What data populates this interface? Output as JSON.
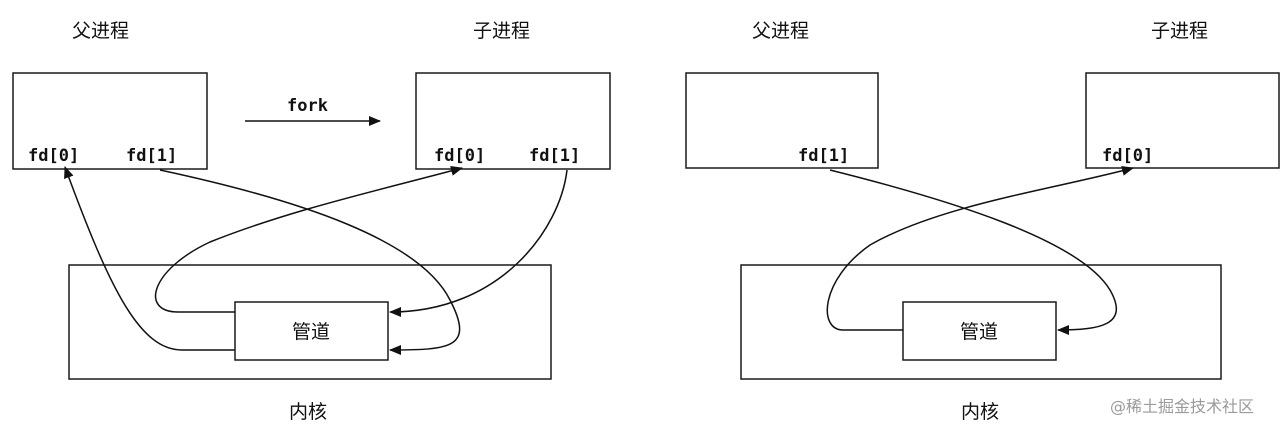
{
  "left_diagram": {
    "parent_label": "父进程",
    "child_label": "子进程",
    "fork_label": "fork",
    "parent_fd0": "fd[0]",
    "parent_fd1": "fd[1]",
    "child_fd0": "fd[0]",
    "child_fd1": "fd[1]",
    "pipe_label": "管道",
    "kernel_label": "内核"
  },
  "right_diagram": {
    "parent_label": "父进程",
    "child_label": "子进程",
    "parent_fd1": "fd[1]",
    "child_fd0": "fd[0]",
    "pipe_label": "管道",
    "kernel_label": "内核"
  },
  "watermark": "@稀土掘金技术社区"
}
